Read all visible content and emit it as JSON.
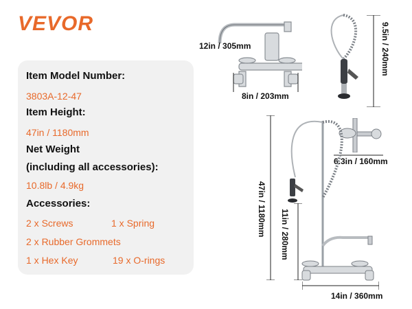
{
  "brand": "VEVOR",
  "specs": {
    "model_label": "Item Model Number:",
    "model_value": "3803A-12-47",
    "height_label": "Item Height:",
    "height_value": "47in / 1180mm",
    "weight_label": "Net Weight",
    "weight_label2": "(including all accessories):",
    "weight_value": "10.8lb / 4.9kg",
    "accessories_label": "Accessories:",
    "accessories": {
      "screws": "2 x Screws",
      "spring": "1 x Spring",
      "grommets": "2 x Rubber Grommets",
      "hex_key": "1 x Hex Key",
      "orings": "19 x O-rings"
    }
  },
  "dimensions": {
    "spout_length": "12in / 305mm",
    "center_width": "8in / 203mm",
    "sprayer_height": "9.5in / 240mm",
    "bracket_length": "6.3in / 160mm",
    "total_height": "47in / 1180mm",
    "riser_height": "11in / 280mm",
    "base_width": "14in / 360mm"
  },
  "colors": {
    "accent": "#e8692a",
    "card_bg": "#f1f1f1",
    "metal": "#9aa0a6"
  }
}
